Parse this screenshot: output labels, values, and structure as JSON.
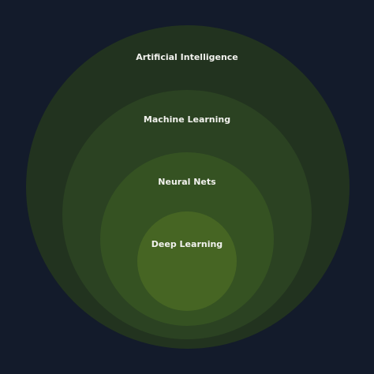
{
  "diagram": {
    "type": "nested-circles",
    "background": "#131b2b",
    "rings": [
      {
        "label": "Artificial Intelligence",
        "color": "#22331f"
      },
      {
        "label": "Machine Learning",
        "color": "#2b4222"
      },
      {
        "label": "Neural Nets",
        "color": "#355222"
      },
      {
        "label": "Deep Learning",
        "color": "#466523"
      }
    ]
  }
}
